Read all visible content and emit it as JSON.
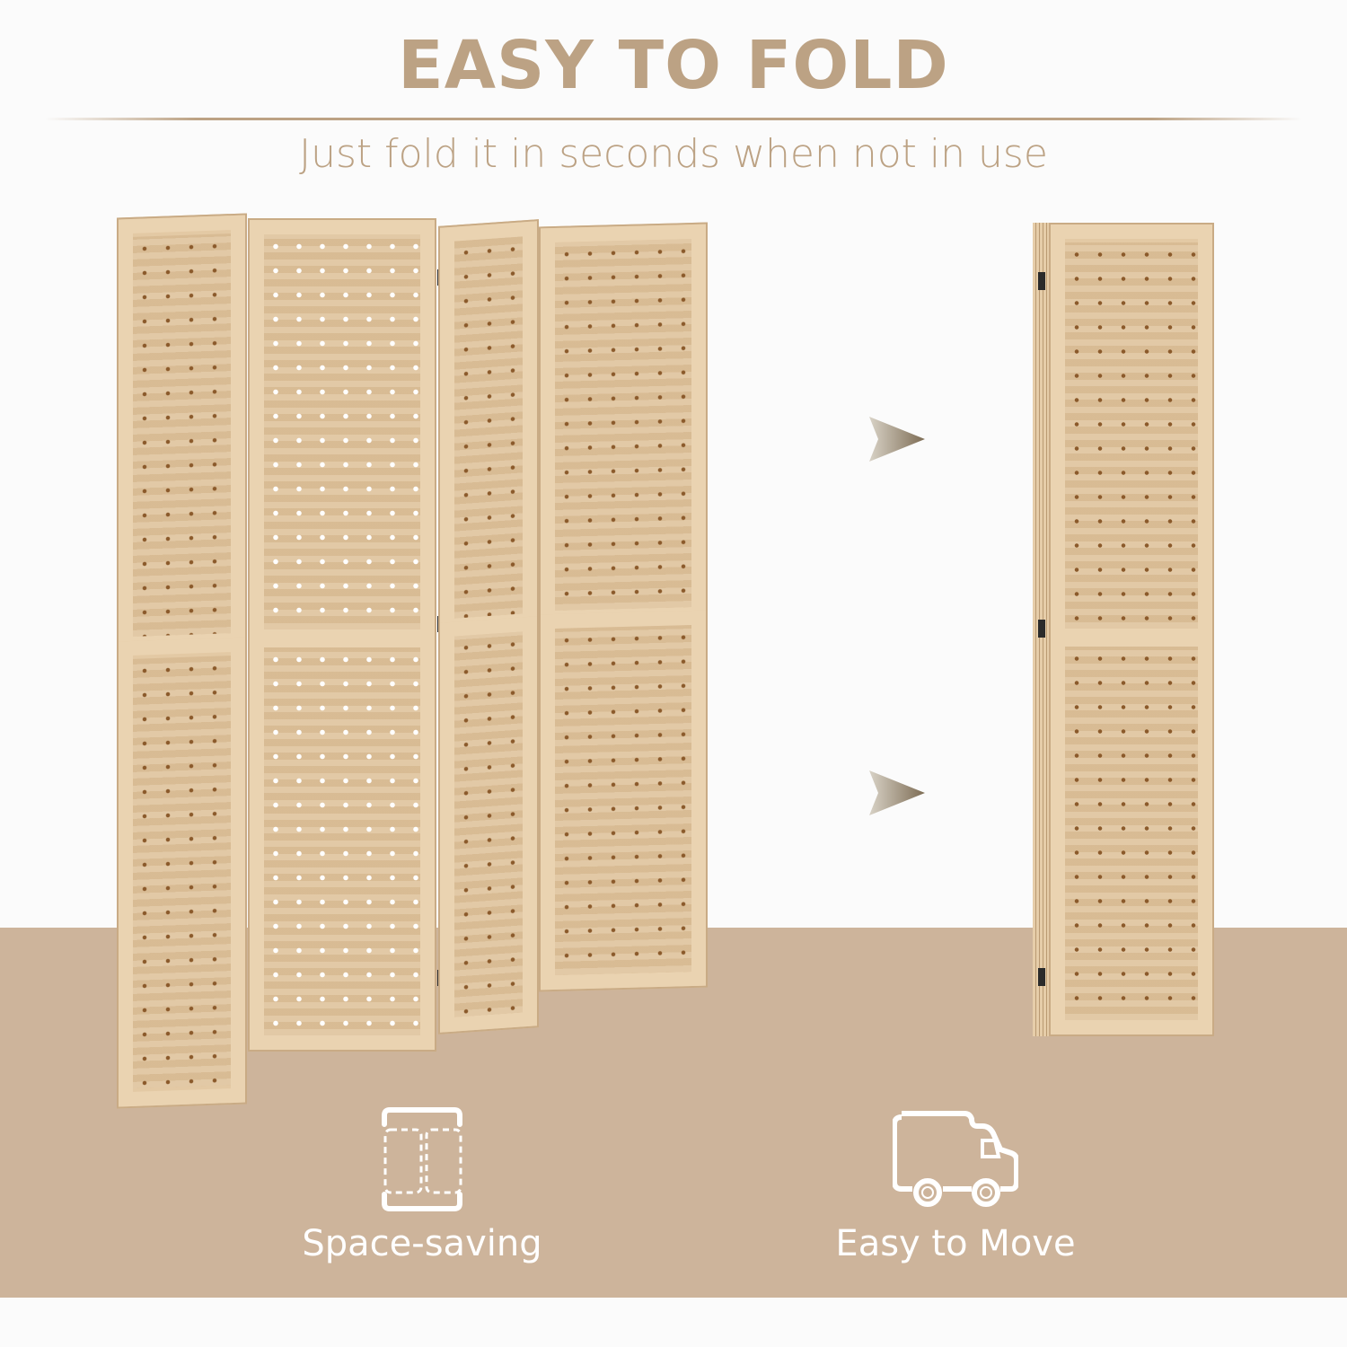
{
  "header": {
    "title": "EASY TO FOLD",
    "subtitle": "Just fold it in seconds when not in use"
  },
  "colors": {
    "accent": "#bca284",
    "floor": "#cdb49b",
    "background": "#fbfbfb",
    "icon": "#ffffff"
  },
  "illustration": {
    "unfolded_panels": 4,
    "folded_panels": 1,
    "arrows": [
      "arrow-right-icon",
      "arrow-right-icon"
    ]
  },
  "features": [
    {
      "icon": "folded-panels-icon",
      "label": "Space-saving"
    },
    {
      "icon": "delivery-truck-icon",
      "label": "Easy to Move"
    }
  ]
}
